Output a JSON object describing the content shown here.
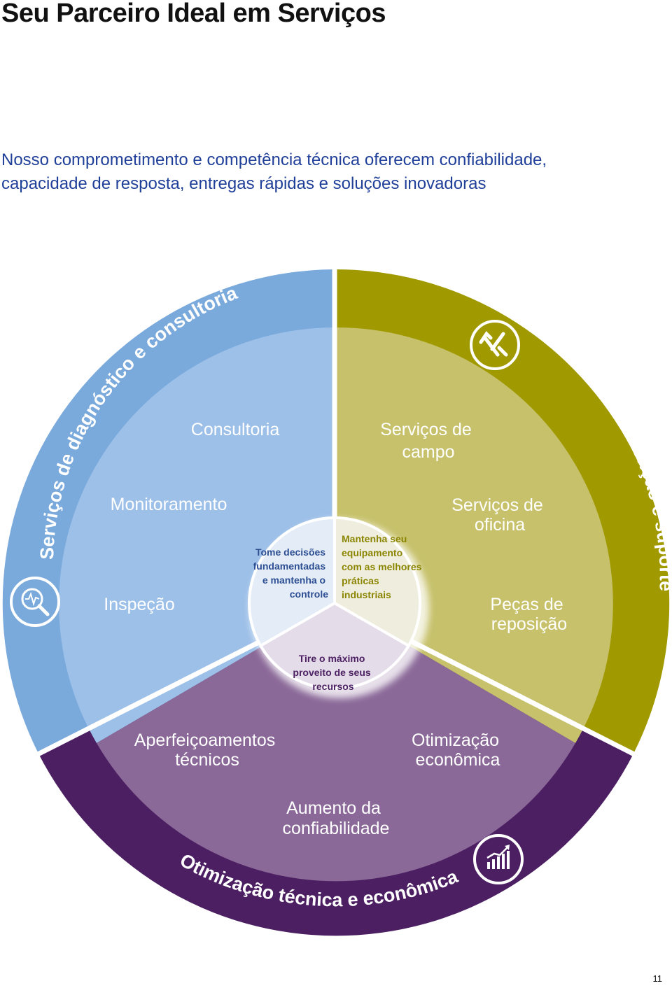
{
  "title": "Seu Parceiro Ideal em Serviços",
  "subtitle": {
    "line1": "Nosso comprometimento e competência técnica oferecem confiabilidade,",
    "line2": "capacidade de resposta, entregas rápidas e soluções inovadoras"
  },
  "colors": {
    "blue_outer": "#7aa9dc",
    "blue_inner": "#9dc0e8",
    "olive_outer": "#a09a00",
    "olive_inner": "#c6c16a",
    "purple_outer": "#4b1f62",
    "purple_inner": "#8a6898",
    "center": "#ffffff"
  },
  "segments": {
    "diagnostico": {
      "ring_label": "Serviços de diagnóstico e consultoria",
      "icon": "magnifier-pulse-icon",
      "items": [
        "Consultoria",
        "Monitoramento",
        "Inspeção"
      ],
      "center_text": [
        "Tome decisões",
        "fundamentadas",
        "e mantenha o",
        "controle"
      ]
    },
    "manutencao": {
      "ring_label": "Serviços de manutenção e suporte",
      "icon": "tools-icon",
      "items": [
        [
          "Serviços de",
          "campo"
        ],
        [
          "Serviços de",
          "oficina"
        ],
        [
          "Peças de",
          "reposição"
        ]
      ],
      "center_text": [
        "Mantenha seu",
        "equipamento",
        "com as melhores",
        "práticas",
        "industriais"
      ]
    },
    "otimizacao": {
      "ring_label": "Otimização técnica e econômica",
      "icon": "growth-chart-icon",
      "items": [
        [
          "Aperfeiçoamentos",
          "técnicos"
        ],
        [
          "Otimização",
          "econômica"
        ],
        [
          "Aumento da",
          "confiabilidade"
        ]
      ],
      "center_text": [
        "Tire o máximo",
        "proveito de seus",
        "recursos"
      ]
    }
  },
  "page_number": "11"
}
